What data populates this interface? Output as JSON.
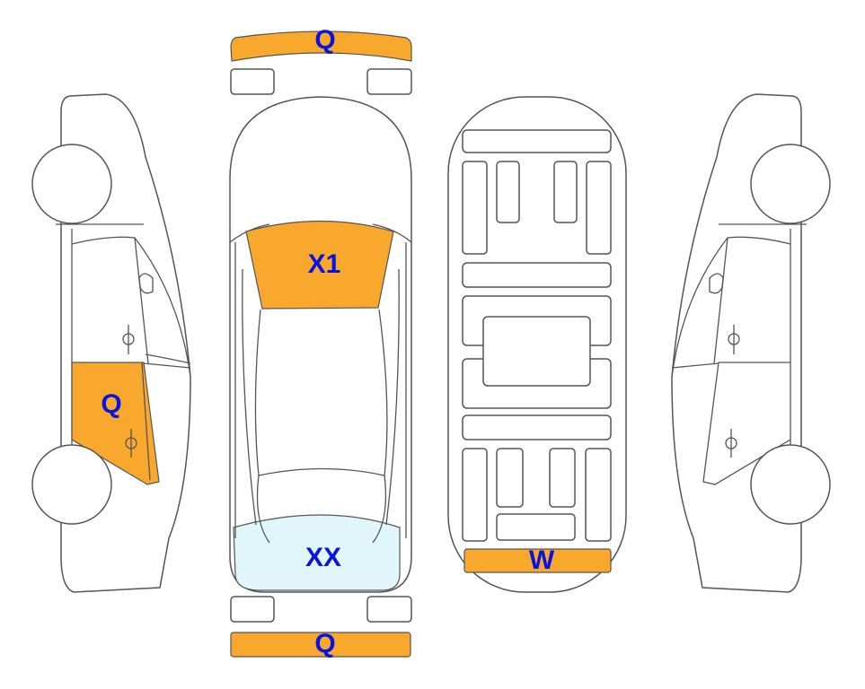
{
  "colors": {
    "damage": "#f9a82e",
    "glass_damage": "#e0f6fb",
    "label": "#0a14dc",
    "outline": "#555555"
  },
  "zones": {
    "front_bumper": {
      "label": "Q",
      "marked": true
    },
    "windshield": {
      "label": "X1",
      "marked": true
    },
    "rear_window": {
      "label": "XX",
      "marked": true
    },
    "rear_bumper": {
      "label": "Q",
      "marked": true
    },
    "left_rear_door": {
      "label": "Q",
      "marked": true
    },
    "underbody_rear": {
      "label": "W",
      "marked": true
    }
  }
}
